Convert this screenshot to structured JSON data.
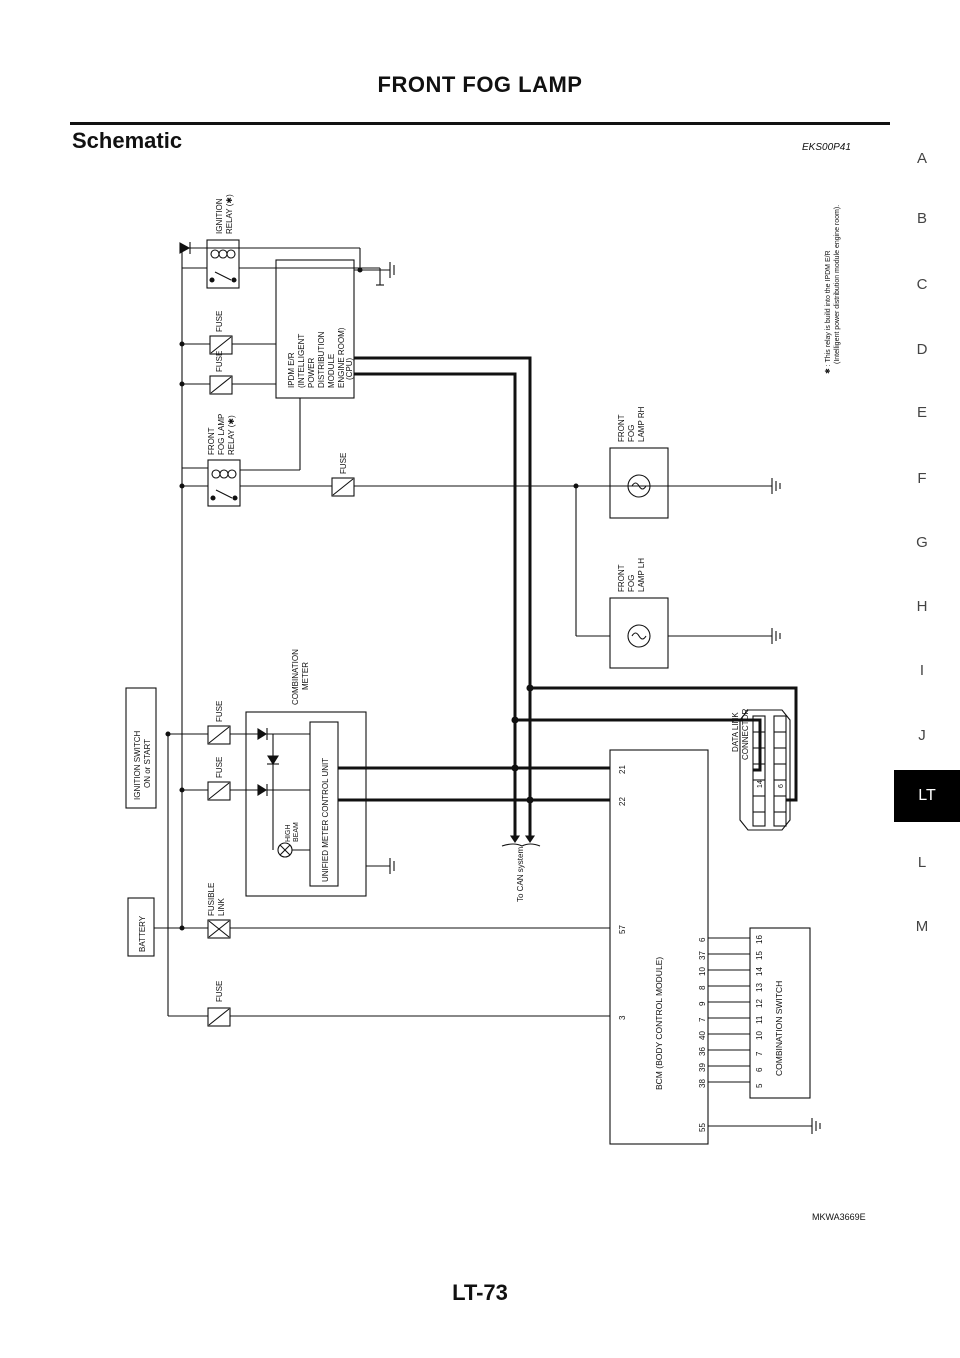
{
  "header": {
    "title": "FRONT FOG LAMP",
    "section": "Schematic",
    "section_code": "EKS00P41"
  },
  "index_tabs": [
    "A",
    "B",
    "C",
    "D",
    "E",
    "F",
    "G",
    "H",
    "I",
    "J",
    "LT",
    "L",
    "M"
  ],
  "active_tab": "LT",
  "diagram": {
    "labels": {
      "battery": "BATTERY",
      "ignition_switch_1": "IGNITION SWITCH",
      "ignition_switch_2": "ON or START",
      "fusible_link_1": "FUSIBLE",
      "fusible_link_2": "LINK",
      "fuse": "FUSE",
      "ignition_relay_1": "IGNITION",
      "ignition_relay_2": "RELAY (✱)",
      "front_fog_relay_1": "FRONT",
      "front_fog_relay_2": "FOG LAMP",
      "front_fog_relay_3": "RELAY (✱)",
      "ipdm_1": "IPDM E/R",
      "ipdm_2": "(INTELLIGENT",
      "ipdm_3": "POWER",
      "ipdm_4": "DISTRIBUTION",
      "ipdm_5": "MODULE",
      "ipdm_6": "ENGINE ROOM)",
      "ipdm_7": "(CPU)",
      "fog_rh_1": "FRONT",
      "fog_rh_2": "FOG",
      "fog_rh_3": "LAMP RH",
      "fog_lh_1": "FRONT",
      "fog_lh_2": "FOG",
      "fog_lh_3": "LAMP LH",
      "combo_meter_1": "COMBINATION",
      "combo_meter_2": "METER",
      "high_beam_1": "HIGH",
      "high_beam_2": "BEAM",
      "unified_meter": "UNIFIED METER CONTROL UNIT",
      "can": "To CAN system",
      "bcm": "BCM (BODY CONTROL MODULE)",
      "bcm_pins_top": [
        "21",
        "22",
        "57",
        "3"
      ],
      "bcm_pins_bottom": [
        "6",
        "37",
        "10",
        "8",
        "9",
        "7",
        "40",
        "36",
        "39",
        "38",
        "55"
      ],
      "data_link_1": "DATA LINK",
      "data_link_2": "CONNECTOR",
      "dlc_pins": [
        "14",
        "6"
      ],
      "combo_switch": "COMBINATION SWITCH",
      "combo_switch_pins": [
        "16",
        "15",
        "14",
        "13",
        "12",
        "11",
        "10",
        "7",
        "6",
        "5"
      ],
      "note_1": "✱ : This relay is build into the IPDM E/R",
      "note_2": "(Intelligent power distribution module engine room)."
    }
  },
  "figure_code": "MKWA3669E",
  "page_number": "LT-73",
  "colors": {
    "ink": "#111111",
    "tab_active": "#000000"
  }
}
